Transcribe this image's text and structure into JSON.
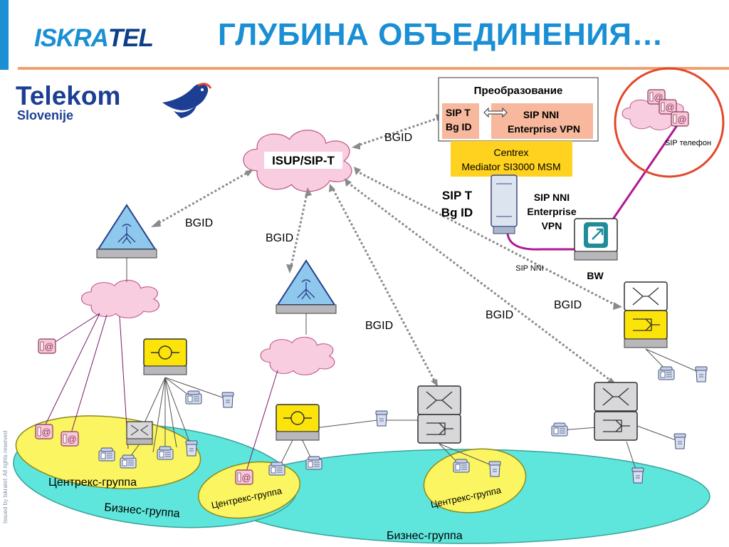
{
  "header": {
    "logo_prefix": "ISKRA",
    "logo_suffix": "TEL",
    "title": "ГЛУБИНА ОБЪЕДИНЕНИЯ…"
  },
  "operator_logo": {
    "line1": "Telekom",
    "line2": "Slovenije"
  },
  "footer": {
    "issued": "Issued by Iskratel: All rights reserved"
  },
  "diagram": {
    "cloud_core": "ISUP/SIP-T",
    "conversion": {
      "title": "Преобразование",
      "left_line1": "SIP T",
      "left_line2": "Bg ID",
      "right_line1": "SIP NNI",
      "right_line2": "Enterprise VPN"
    },
    "mediator_line1": "Centrex",
    "mediator_line2": "Mediator SI3000 MSM",
    "siptbg_line1": "SIP T",
    "siptbg_line2": "Bg ID",
    "sipnni_line1": "SIP NNI",
    "sipnni_line2": "Enterprise",
    "sipnni_line3": "VPN",
    "sipnni_small": "SIP NNI",
    "bw": "BW",
    "sip_phone": "SIP телефон",
    "bgid": "BGID",
    "centrex_group": "Центрекс-группа",
    "business_group": "Бизнес-группа",
    "colors": {
      "accent": "#1a8fd4",
      "cloud": "#f9cde0",
      "business_ellipse": "#5fe6dc",
      "centrex_ellipse": "#faf560",
      "node_yellow": "#fce40a",
      "peach": "#f7b89d",
      "mediator": "#ffd21f",
      "magenta_link": "#b01893",
      "highlight_circle": "#e2472a"
    }
  }
}
